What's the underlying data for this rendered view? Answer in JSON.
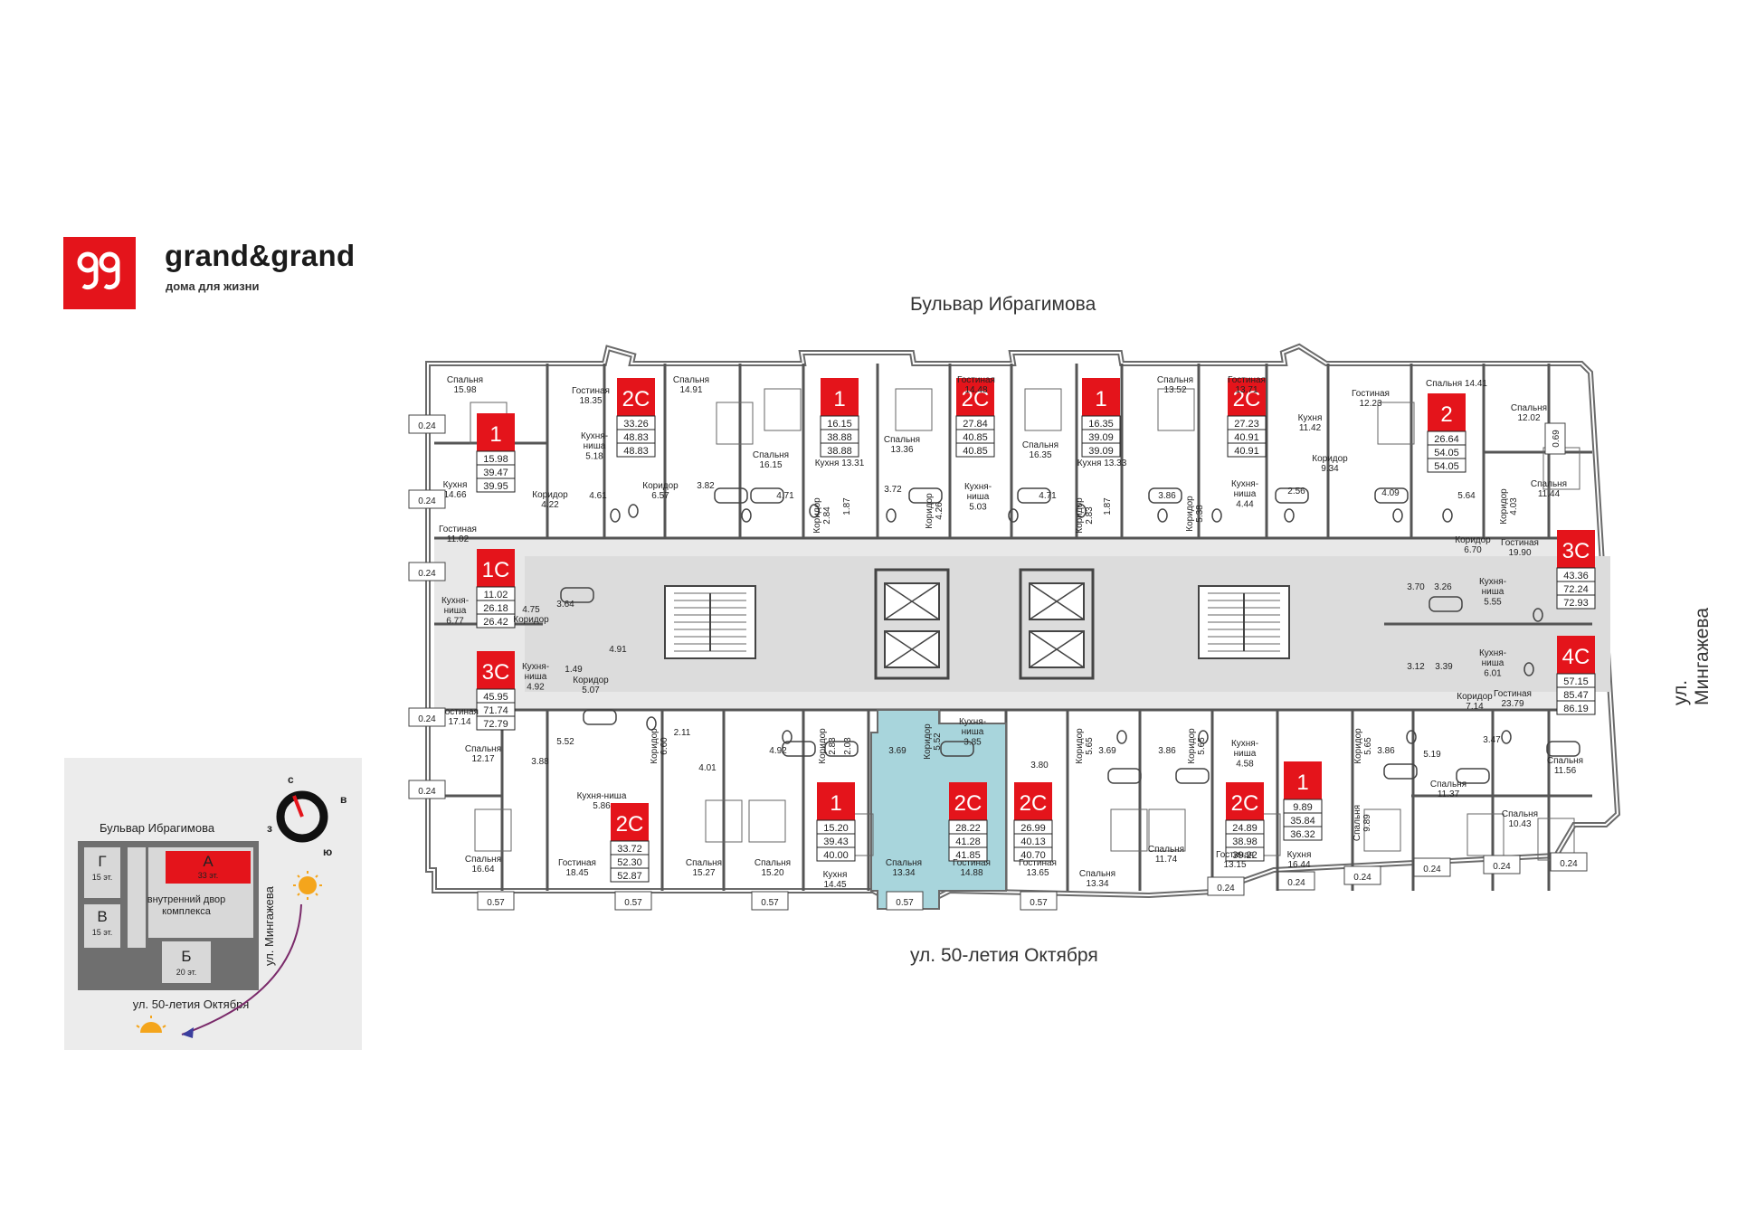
{
  "brand": {
    "name": "grand&grand",
    "tagline": "дома для жизни",
    "logo_glyph": "gg",
    "accent_color": "#e4141b"
  },
  "streets": {
    "north": "Бульвар Ибрагимова",
    "south": "ул. 50-летия Октября",
    "east": "ул. Мингажева"
  },
  "selection_color": "#a8d5dc",
  "apartments": [
    {
      "id": "a1",
      "type": "1",
      "areas": [
        "15.98",
        "39.47",
        "39.95"
      ]
    },
    {
      "id": "a2",
      "type": "2С",
      "areas": [
        "33.26",
        "48.83",
        "48.83"
      ]
    },
    {
      "id": "a3",
      "type": "1",
      "areas": [
        "16.15",
        "38.88",
        "38.88"
      ]
    },
    {
      "id": "a4",
      "type": "2С",
      "areas": [
        "27.84",
        "40.85",
        "40.85"
      ]
    },
    {
      "id": "a5",
      "type": "1",
      "areas": [
        "16.35",
        "39.09",
        "39.09"
      ]
    },
    {
      "id": "a6",
      "type": "2С",
      "areas": [
        "27.23",
        "40.91",
        "40.91"
      ]
    },
    {
      "id": "a7",
      "type": "2",
      "areas": [
        "26.64",
        "54.05",
        "54.05"
      ]
    },
    {
      "id": "a8",
      "type": "1С",
      "areas": [
        "11.02",
        "26.18",
        "26.42"
      ]
    },
    {
      "id": "a9",
      "type": "3С",
      "areas": [
        "45.95",
        "71.74",
        "72.79"
      ]
    },
    {
      "id": "a10",
      "type": "3С",
      "areas": [
        "43.36",
        "72.24",
        "72.93"
      ]
    },
    {
      "id": "a11",
      "type": "4С",
      "areas": [
        "57.15",
        "85.47",
        "86.19"
      ]
    },
    {
      "id": "a12",
      "type": "2С",
      "areas": [
        "33.72",
        "52.30",
        "52.87"
      ]
    },
    {
      "id": "a13",
      "type": "1",
      "areas": [
        "15.20",
        "39.43",
        "40.00"
      ]
    },
    {
      "id": "a14",
      "type": "2С",
      "areas": [
        "28.22",
        "41.28",
        "41.85"
      ]
    },
    {
      "id": "a15",
      "type": "2С",
      "areas": [
        "26.99",
        "40.13",
        "40.70"
      ]
    },
    {
      "id": "a16",
      "type": "2С",
      "areas": [
        "24.89",
        "38.98",
        "39.22"
      ]
    },
    {
      "id": "a17",
      "type": "1",
      "areas": [
        "9.89",
        "35.84",
        "36.32"
      ]
    }
  ],
  "rooms": [
    {
      "id": "r1",
      "text": "Спальня\n15.98"
    },
    {
      "id": "r2",
      "text": "Гостиная\n18.35"
    },
    {
      "id": "r3",
      "text": "Спальня\n14.91"
    },
    {
      "id": "r4",
      "text": "Гостиная\n14.48"
    },
    {
      "id": "r5",
      "text": "Спальня\n13.52"
    },
    {
      "id": "r6",
      "text": "Гостиная\n13.71"
    },
    {
      "id": "r7",
      "text": "Гостиная\n12.23"
    },
    {
      "id": "r8",
      "text": "Спальня 14.41"
    },
    {
      "id": "r9",
      "text": "Спальня\n12.02"
    },
    {
      "id": "r10",
      "text": "Кухня-\nниша\n5.18"
    },
    {
      "id": "r11",
      "text": "Спальня\n16.15"
    },
    {
      "id": "r12",
      "text": "Кухня 13.31"
    },
    {
      "id": "r13",
      "text": "Спальня\n13.36"
    },
    {
      "id": "r14",
      "text": "Спальня\n16.35"
    },
    {
      "id": "r15",
      "text": "Кухня 13.33"
    },
    {
      "id": "r16",
      "text": "Кухня\n11.42"
    },
    {
      "id": "r17",
      "text": "Коридор\n9.34"
    },
    {
      "id": "r18",
      "text": "Спальня\n11.44"
    },
    {
      "id": "r19",
      "text": "Кухня\n14.66"
    },
    {
      "id": "r20",
      "text": "Коридор\n4.22"
    },
    {
      "id": "r21",
      "text": "4.61"
    },
    {
      "id": "r22",
      "text": "Коридор\n6.57"
    },
    {
      "id": "r23",
      "text": "3.82"
    },
    {
      "id": "r24",
      "text": "4.71"
    },
    {
      "id": "r25",
      "text": "Коридор\n2.84"
    },
    {
      "id": "r26",
      "text": "1.87"
    },
    {
      "id": "r27",
      "text": "3.72"
    },
    {
      "id": "r28",
      "text": "Коридор\n4.26"
    },
    {
      "id": "r29",
      "text": "Кухня-\nниша\n5.03"
    },
    {
      "id": "r30",
      "text": "4.71"
    },
    {
      "id": "r31",
      "text": "Коридор\n2.83"
    },
    {
      "id": "r32",
      "text": "1.87"
    },
    {
      "id": "r33",
      "text": "3.86"
    },
    {
      "id": "r34",
      "text": "Коридор\n5.38"
    },
    {
      "id": "r35",
      "text": "Кухня-\nниша\n4.44"
    },
    {
      "id": "r36",
      "text": "2.56"
    },
    {
      "id": "r37",
      "text": "4.09"
    },
    {
      "id": "r38",
      "text": "5.64"
    },
    {
      "id": "r39",
      "text": "Коридор\n4.03"
    },
    {
      "id": "r40",
      "text": "Коридор\n6.70"
    },
    {
      "id": "r41",
      "text": "Гостиная\n19.90"
    },
    {
      "id": "r42",
      "text": "Гостиная\n11.02"
    },
    {
      "id": "r43",
      "text": "Кухня-\nниша\n6.77"
    },
    {
      "id": "r44",
      "text": "4.75\nКоридор"
    },
    {
      "id": "r45",
      "text": "3.64"
    },
    {
      "id": "r46",
      "text": "Кухня-\nниша\n4.92"
    },
    {
      "id": "r47",
      "text": "4.91"
    },
    {
      "id": "r48",
      "text": "1.49"
    },
    {
      "id": "r49",
      "text": "Коридор\n5.07"
    },
    {
      "id": "r50",
      "text": "3.70"
    },
    {
      "id": "r51",
      "text": "3.26"
    },
    {
      "id": "r52",
      "text": "Кухня-\nниша\n5.55"
    },
    {
      "id": "r53",
      "text": "3.12"
    },
    {
      "id": "r54",
      "text": "3.39"
    },
    {
      "id": "r55",
      "text": "Кухня-\nниша\n6.01"
    },
    {
      "id": "r56",
      "text": "Коридор\n7.14"
    },
    {
      "id": "r57",
      "text": "Гостиная\n23.79"
    },
    {
      "id": "r58",
      "text": "Гостиная\n17.14"
    },
    {
      "id": "r59",
      "text": "Спальня\n12.17"
    },
    {
      "id": "r60",
      "text": "3.88"
    },
    {
      "id": "r61",
      "text": "5.52"
    },
    {
      "id": "r62",
      "text": "Коридор\n6.60"
    },
    {
      "id": "r63",
      "text": "2.11"
    },
    {
      "id": "r64",
      "text": "4.01"
    },
    {
      "id": "r65",
      "text": "4.92"
    },
    {
      "id": "r66",
      "text": "Коридор\n2.83"
    },
    {
      "id": "r67",
      "text": "2.03"
    },
    {
      "id": "r68",
      "text": "3.69"
    },
    {
      "id": "r69",
      "text": "Коридор\n5.52"
    },
    {
      "id": "r70",
      "text": "Кухня-\nниша\n3.85"
    },
    {
      "id": "r71",
      "text": "3.80"
    },
    {
      "id": "r72",
      "text": "Коридор\n5.65"
    },
    {
      "id": "r73",
      "text": "3.69"
    },
    {
      "id": "r74",
      "text": "3.86"
    },
    {
      "id": "r75",
      "text": "Коридор\n5.65"
    },
    {
      "id": "r76",
      "text": "Кухня-\nниша\n4.58"
    },
    {
      "id": "r77",
      "text": "Коридор\n5.65"
    },
    {
      "id": "r78",
      "text": "3.86"
    },
    {
      "id": "r79",
      "text": "5.19"
    },
    {
      "id": "r80",
      "text": "3.47"
    },
    {
      "id": "r81",
      "text": "Кухня-ниша\n5.86"
    },
    {
      "id": "r82",
      "text": "Спальня\n11.56"
    },
    {
      "id": "r83",
      "text": "Спальня\n11.37"
    },
    {
      "id": "r84",
      "text": "Спальня\n10.43"
    },
    {
      "id": "r85",
      "text": "Спальня\n16.64"
    },
    {
      "id": "r86",
      "text": "Гостиная\n18.45"
    },
    {
      "id": "r87",
      "text": "Спальня\n15.27"
    },
    {
      "id": "r88",
      "text": "Спальня\n15.20"
    },
    {
      "id": "r89",
      "text": "Кухня\n14.45"
    },
    {
      "id": "r90",
      "text": "Спальня\n13.34"
    },
    {
      "id": "r91",
      "text": "Гостиная\n14.88"
    },
    {
      "id": "r92",
      "text": "Гостиная\n13.65"
    },
    {
      "id": "r93",
      "text": "Спальня\n13.34"
    },
    {
      "id": "r94",
      "text": "Спальня\n11.74"
    },
    {
      "id": "r95",
      "text": "Гостиная\n13.15"
    },
    {
      "id": "r96",
      "text": "Кухня\n16.44"
    },
    {
      "id": "r97",
      "text": "Спальня\n9.89"
    }
  ],
  "balconies": [
    {
      "id": "b1",
      "value": "0.24"
    },
    {
      "id": "b2",
      "value": "0.24"
    },
    {
      "id": "b3",
      "value": "0.24"
    },
    {
      "id": "b4",
      "value": "0.24"
    },
    {
      "id": "b5",
      "value": "0.24"
    },
    {
      "id": "b6",
      "value": "0.69"
    },
    {
      "id": "b7",
      "value": "0.57"
    },
    {
      "id": "b8",
      "value": "0.57"
    },
    {
      "id": "b9",
      "value": "0.57"
    },
    {
      "id": "b10",
      "value": "0.57"
    },
    {
      "id": "b11",
      "value": "0.57"
    },
    {
      "id": "b12",
      "value": "0.24"
    },
    {
      "id": "b13",
      "value": "0.24"
    },
    {
      "id": "b14",
      "value": "0.24"
    },
    {
      "id": "b15",
      "value": "0.24"
    },
    {
      "id": "b16",
      "value": "0.24"
    },
    {
      "id": "b17",
      "value": "0.24"
    }
  ],
  "inset": {
    "street_north": "Бульвар Ибрагимова",
    "street_south": "ул. 50-летия Октября",
    "street_east": "ул. Мингажева",
    "courtyard": "внутренний двор\nкомплекса",
    "sections": [
      {
        "id": "A",
        "letter": "А",
        "floors": "33 эт."
      },
      {
        "id": "G",
        "letter": "Г",
        "floors": "15 эт."
      },
      {
        "id": "V",
        "letter": "В",
        "floors": "15 эт."
      },
      {
        "id": "B",
        "letter": "Б",
        "floors": "20 эт."
      }
    ],
    "compass": {
      "n": "с",
      "e": "в",
      "s": "ю",
      "w": "з"
    }
  }
}
